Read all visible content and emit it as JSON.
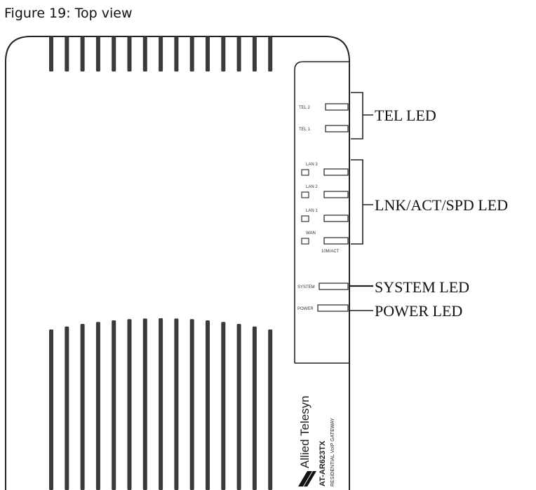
{
  "figure": {
    "caption": "Figure 19: Top view"
  },
  "callouts": {
    "tel": "TEL LED",
    "lnk": "LNK/ACT/SPD LED",
    "system": "SYSTEM LED",
    "power": "POWER LED"
  },
  "panel_labels": {
    "tel2": "TEL 2",
    "tel1": "TEL 1",
    "lan3": "LAN 3",
    "lan2": "LAN 2",
    "lan1": "LAN 1",
    "wan": "WAN",
    "speed": "10M/ACT",
    "system": "SYSTEM",
    "power": "POWER"
  },
  "brand": {
    "company": "Allied Telesyn",
    "model": "AT-AR623TX",
    "description": "RESIDENTIAL VoIP GATEWAY",
    "logo_icon": "allied-telesyn-logo-icon"
  }
}
